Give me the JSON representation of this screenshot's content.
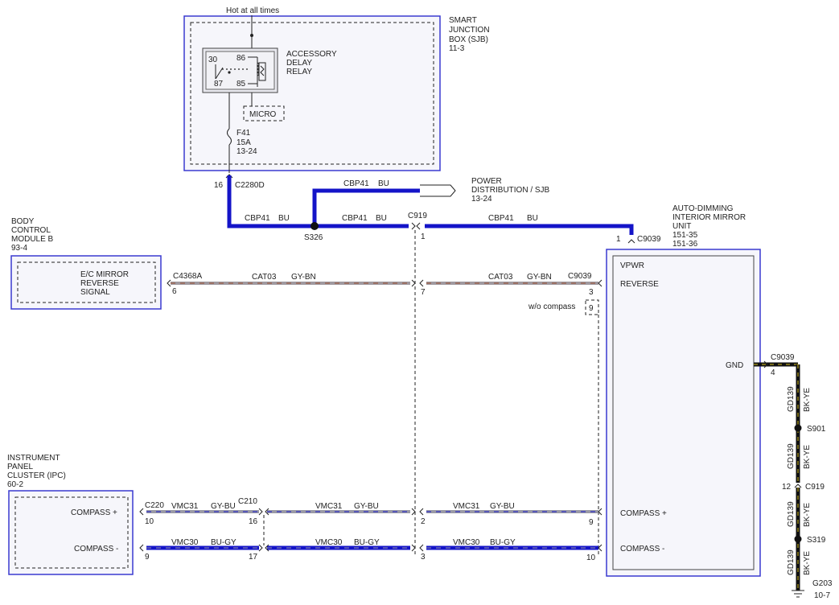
{
  "colors": {
    "bu": "#1414c8",
    "gy": "#9a9aa6",
    "bk": "#111111",
    "ye": "#d8c020",
    "bn": "#9a4a2a",
    "frame": "#3a3ad0"
  },
  "sjb": {
    "title_1": "SMART",
    "title_2": "JUNCTION",
    "title_3": "BOX (SJB)",
    "ref": "11-3",
    "hot": "Hot at all times",
    "relay_1": "ACCESSORY",
    "relay_2": "DELAY",
    "relay_3": "RELAY",
    "pin30": "30",
    "pin86": "86",
    "pin87": "87",
    "pin85": "85",
    "micro": "MICRO",
    "fuse": "F41",
    "fuse_amp": "15A",
    "fuse_ref": "13-24",
    "conn_pin": "16",
    "conn": "C2280D"
  },
  "power_dist": {
    "line1": "POWER",
    "line2": "DISTRIBUTION / SJB",
    "ref": "13-24",
    "wire": "CBP41",
    "color": "BU"
  },
  "bus": {
    "wire_a": "CBP41",
    "color_a": "BU",
    "wire_b": "CBP41",
    "color_b": "BU",
    "wire_c": "CBP41",
    "color_c": "BU",
    "splice": "S326",
    "c919": "C919",
    "c919_pin": "1",
    "mirror_pin": "1",
    "mirror_conn": "C9039"
  },
  "bcm": {
    "title_1": "BODY",
    "title_2": "CONTROL",
    "title_3": "MODULE B",
    "ref": "93-4",
    "inner_1": "E/C MIRROR",
    "inner_2": "REVERSE",
    "inner_3": "SIGNAL",
    "conn": "C4368A",
    "pin": "6"
  },
  "reverse": {
    "wire_a": "CAT03",
    "color_a": "GY-BN",
    "wire_b": "CAT03",
    "color_b": "GY-BN",
    "mid_pin": "7",
    "conn": "C9039",
    "end_pin": "3",
    "wo_label": "w/o compass",
    "wo_pin": "9"
  },
  "mirror": {
    "title_1": "AUTO-DIMMING",
    "title_2": "INTERIOR MIRROR",
    "title_3": "UNIT",
    "ref_1": "151-35",
    "ref_2": "151-36",
    "vpwr": "VPWR",
    "reverse": "REVERSE",
    "gnd": "GND",
    "compass_p": "COMPASS +",
    "compass_m": "COMPASS -"
  },
  "ground": {
    "conn": "C9039",
    "pin": "4",
    "wire": "GD139",
    "color": "BK-YE",
    "splice_1": "S901",
    "c919": "C919",
    "c919_pin": "12",
    "splice_2": "S319",
    "g": "G203",
    "g_ref": "10-7"
  },
  "ipc": {
    "title_1": "INSTRUMENT",
    "title_2": "PANEL",
    "title_3": "CLUSTER (IPC)",
    "ref": "60-2",
    "compass_p": "COMPASS +",
    "compass_m": "COMPASS -",
    "conn_a": "C220",
    "pin_a_p": "10",
    "pin_a_m": "9",
    "conn_b": "C210",
    "pin_b_p": "16",
    "pin_b_m": "17"
  },
  "compass_plus": {
    "wire_a": "VMC31",
    "color_a": "GY-BU",
    "wire_b": "VMC31",
    "color_b": "GY-BU",
    "wire_c": "VMC31",
    "color_c": "GY-BU",
    "mid_pin": "2",
    "end_pin": "9"
  },
  "compass_minus": {
    "wire_a": "VMC30",
    "color_a": "BU-GY",
    "wire_b": "VMC30",
    "color_b": "BU-GY",
    "wire_c": "VMC30",
    "color_c": "BU-GY",
    "mid_pin": "3",
    "end_pin": "10"
  }
}
